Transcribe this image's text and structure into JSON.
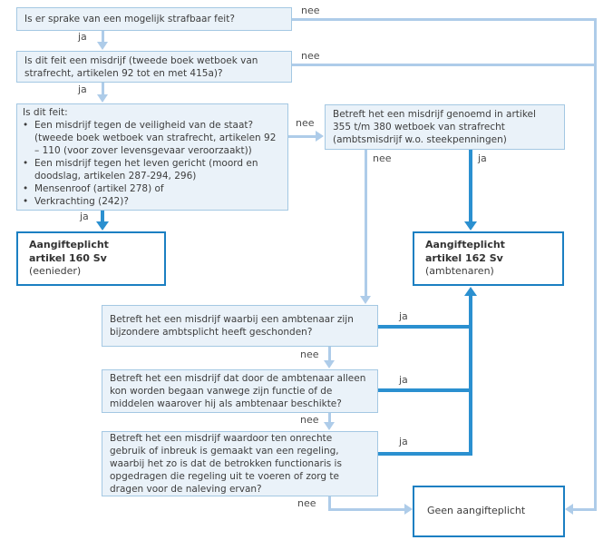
{
  "labels": {
    "ja": "ja",
    "nee": "nee"
  },
  "colors": {
    "question_box_fill": "#eaf2f9",
    "question_box_border": "#a4c8e3",
    "result_box_border": "#1b7fc2",
    "light_line": "#aecce9",
    "dark_line": "#2b90d0",
    "text": "#3d3d3d"
  },
  "boxes": {
    "q1": {
      "text": "Is er sprake van een mogelijk strafbaar feit?"
    },
    "q2": {
      "text": "Is dit feit een misdrijf (tweede boek wetboek van strafrecht, artikelen 92 tot en met 415a)?"
    },
    "q3": {
      "intro": "Is dit feit:",
      "bullet_glyph": "•",
      "bullets": [
        "Een misdrijf tegen de veiligheid van de staat? (tweede boek wetboek van strafrecht, artikelen 92 – 110 (voor zover levensgevaar veroorzaakt))",
        "Een misdrijf tegen het leven gericht (moord en doodslag, artikelen 287-294, 296)",
        "Mensenroof (artikel 278) of",
        "Verkrachting (242)?"
      ]
    },
    "q4": {
      "text": "Betreft het een misdrijf genoemd in artikel 355 t/m 380 wetboek van strafrecht (ambtsmisdrijf w.o. steekpenningen)"
    },
    "q5": {
      "text": "Betreft het een misdrijf waarbij een ambtenaar zijn bijzondere ambtsplicht heeft geschonden?"
    },
    "q6": {
      "text": "Betreft het een misdrijf dat door de ambtenaar alleen kon worden begaan vanwege zijn functie of de middelen waarover hij als ambtenaar beschikte?"
    },
    "q7": {
      "text": "Betreft het een misdrijf waardoor ten onrechte gebruik of inbreuk is gemaakt van een regeling, waarbij het zo is dat de betrokken functionaris is opgedragen die regeling uit te voeren of zorg te dragen voor de naleving ervan?"
    },
    "r160": {
      "title": "Aangifteplicht",
      "subtitle": "artikel 160 Sv",
      "note": "(eenieder)"
    },
    "r162": {
      "title": "Aangifteplicht",
      "subtitle": "artikel 162 Sv",
      "note": "(ambtenaren)"
    },
    "end": {
      "text": "Geen aangifteplicht"
    }
  }
}
